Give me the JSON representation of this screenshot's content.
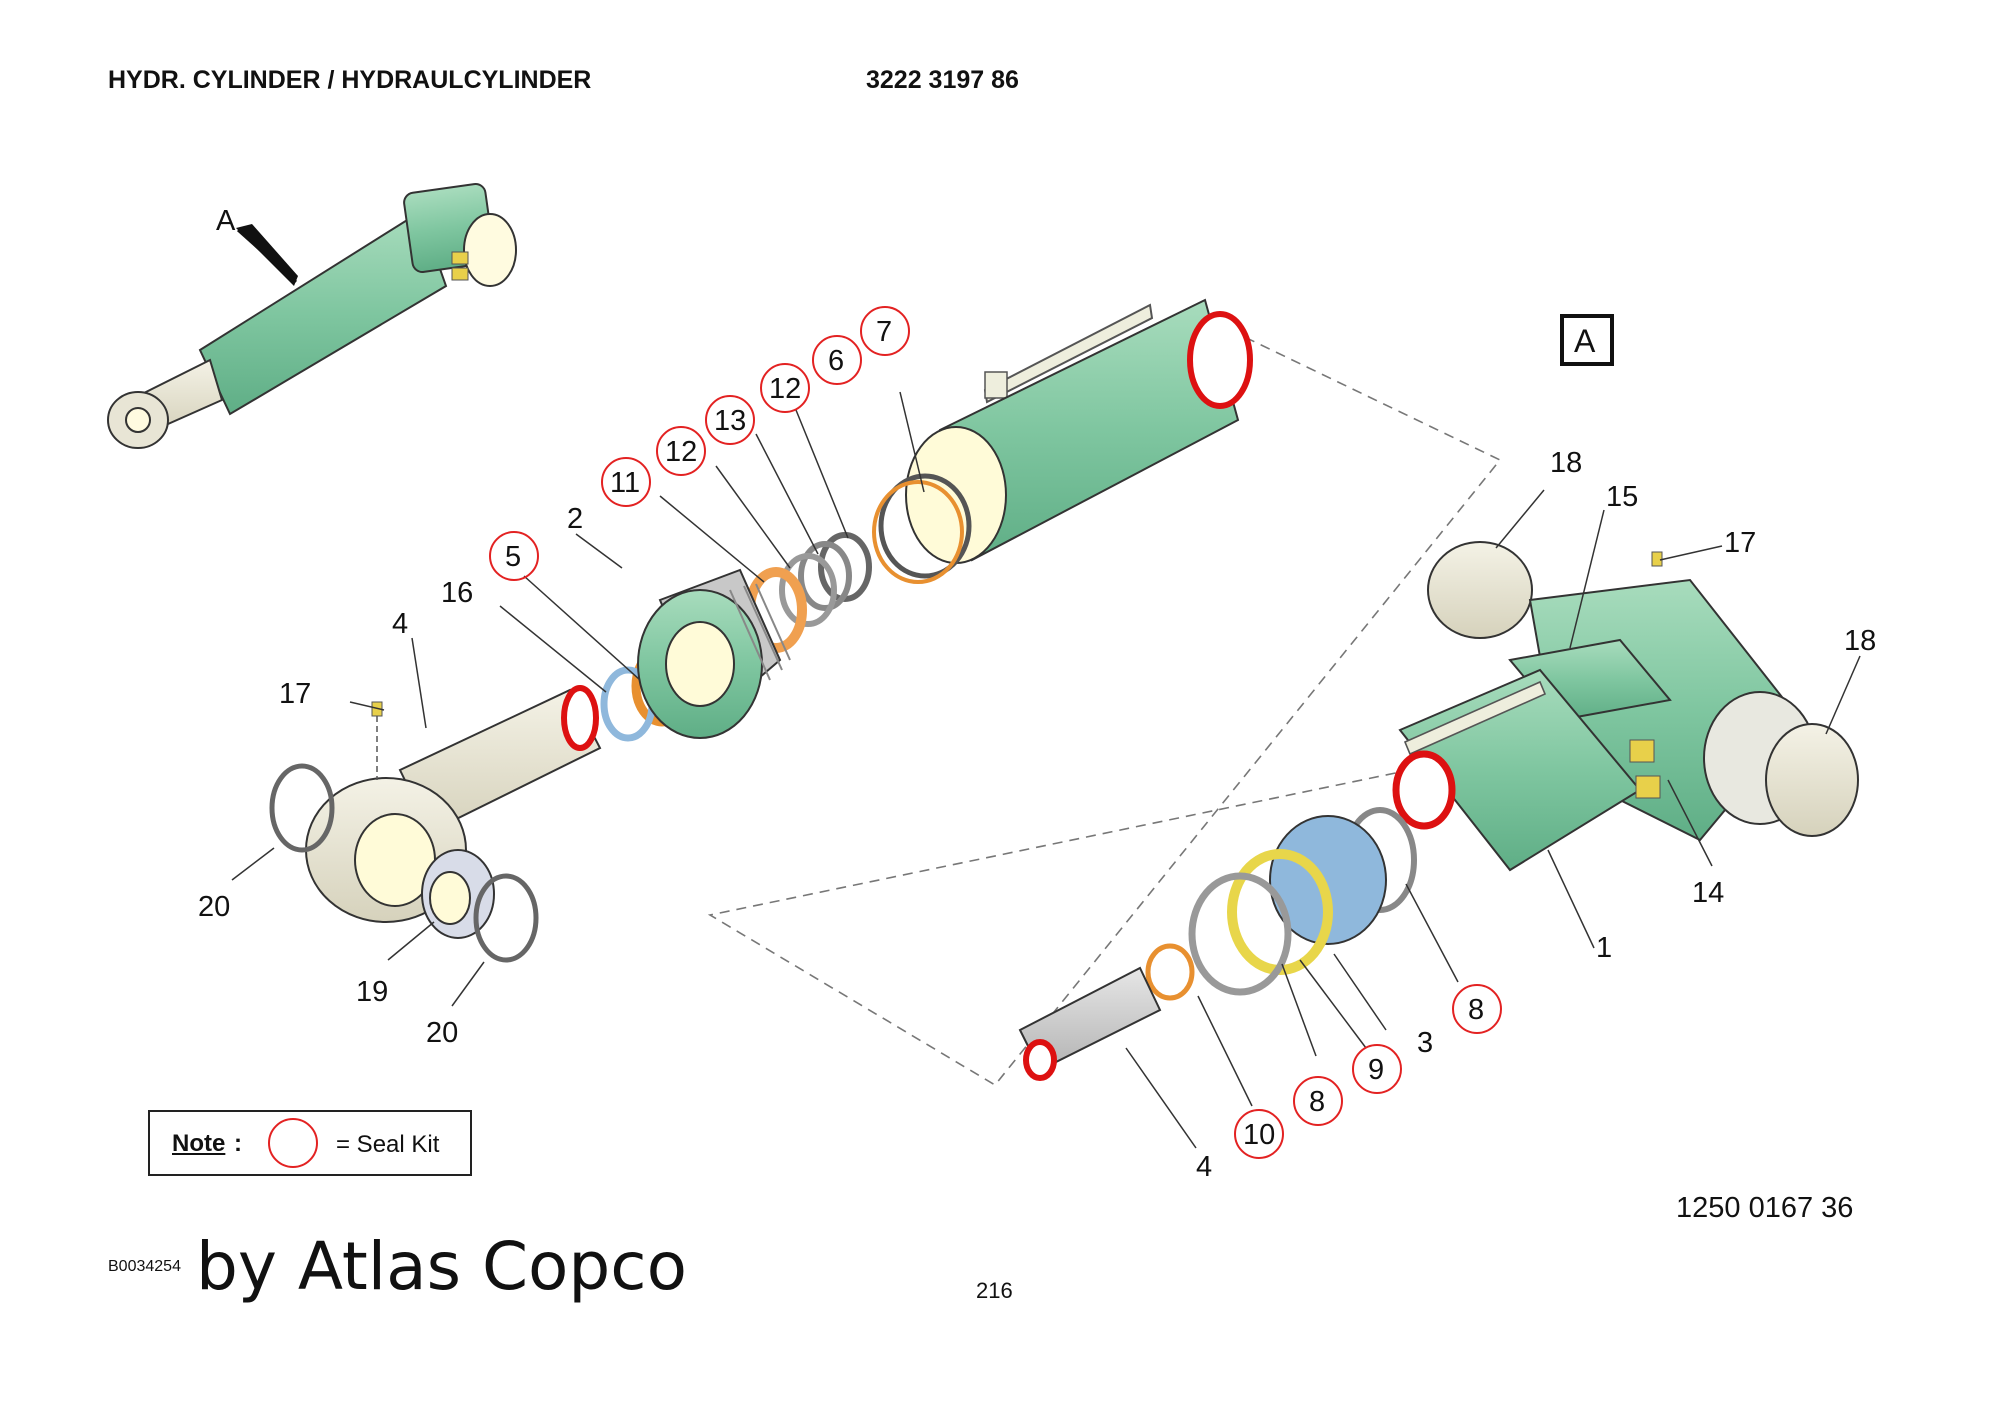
{
  "header": {
    "title": "HYDR. CYLINDER / HYDRAULCYLINDER",
    "part_number": "3222 3197 86"
  },
  "view_labels": {
    "overview": "A",
    "detail": "A"
  },
  "parts": {
    "p1": "1",
    "p2": "2",
    "p3": "3",
    "p4": "4",
    "p5": "5",
    "p6": "6",
    "p7": "7",
    "p8": "8",
    "p9": "9",
    "p10": "10",
    "p11": "11",
    "p12": "12",
    "p13": "13",
    "p14": "14",
    "p15": "15",
    "p16": "16",
    "p17": "17",
    "p18": "18",
    "p19": "19",
    "p20": "20"
  },
  "note": {
    "label": "Note",
    "colon": ":",
    "text": "= Seal Kit"
  },
  "footer": {
    "drawing_number": "1250 0167 36",
    "doc_id": "B0034254",
    "brand": "by Atlas Copco",
    "page": "216"
  },
  "colors": {
    "body_green": "#7fc6a0",
    "seal_circle": "#e32222",
    "orange_seal": "#f0a050",
    "blue_seal": "#8fb8dc",
    "yellow_seal": "#f4ec6a",
    "rod_beige": "#e8e5d5"
  }
}
